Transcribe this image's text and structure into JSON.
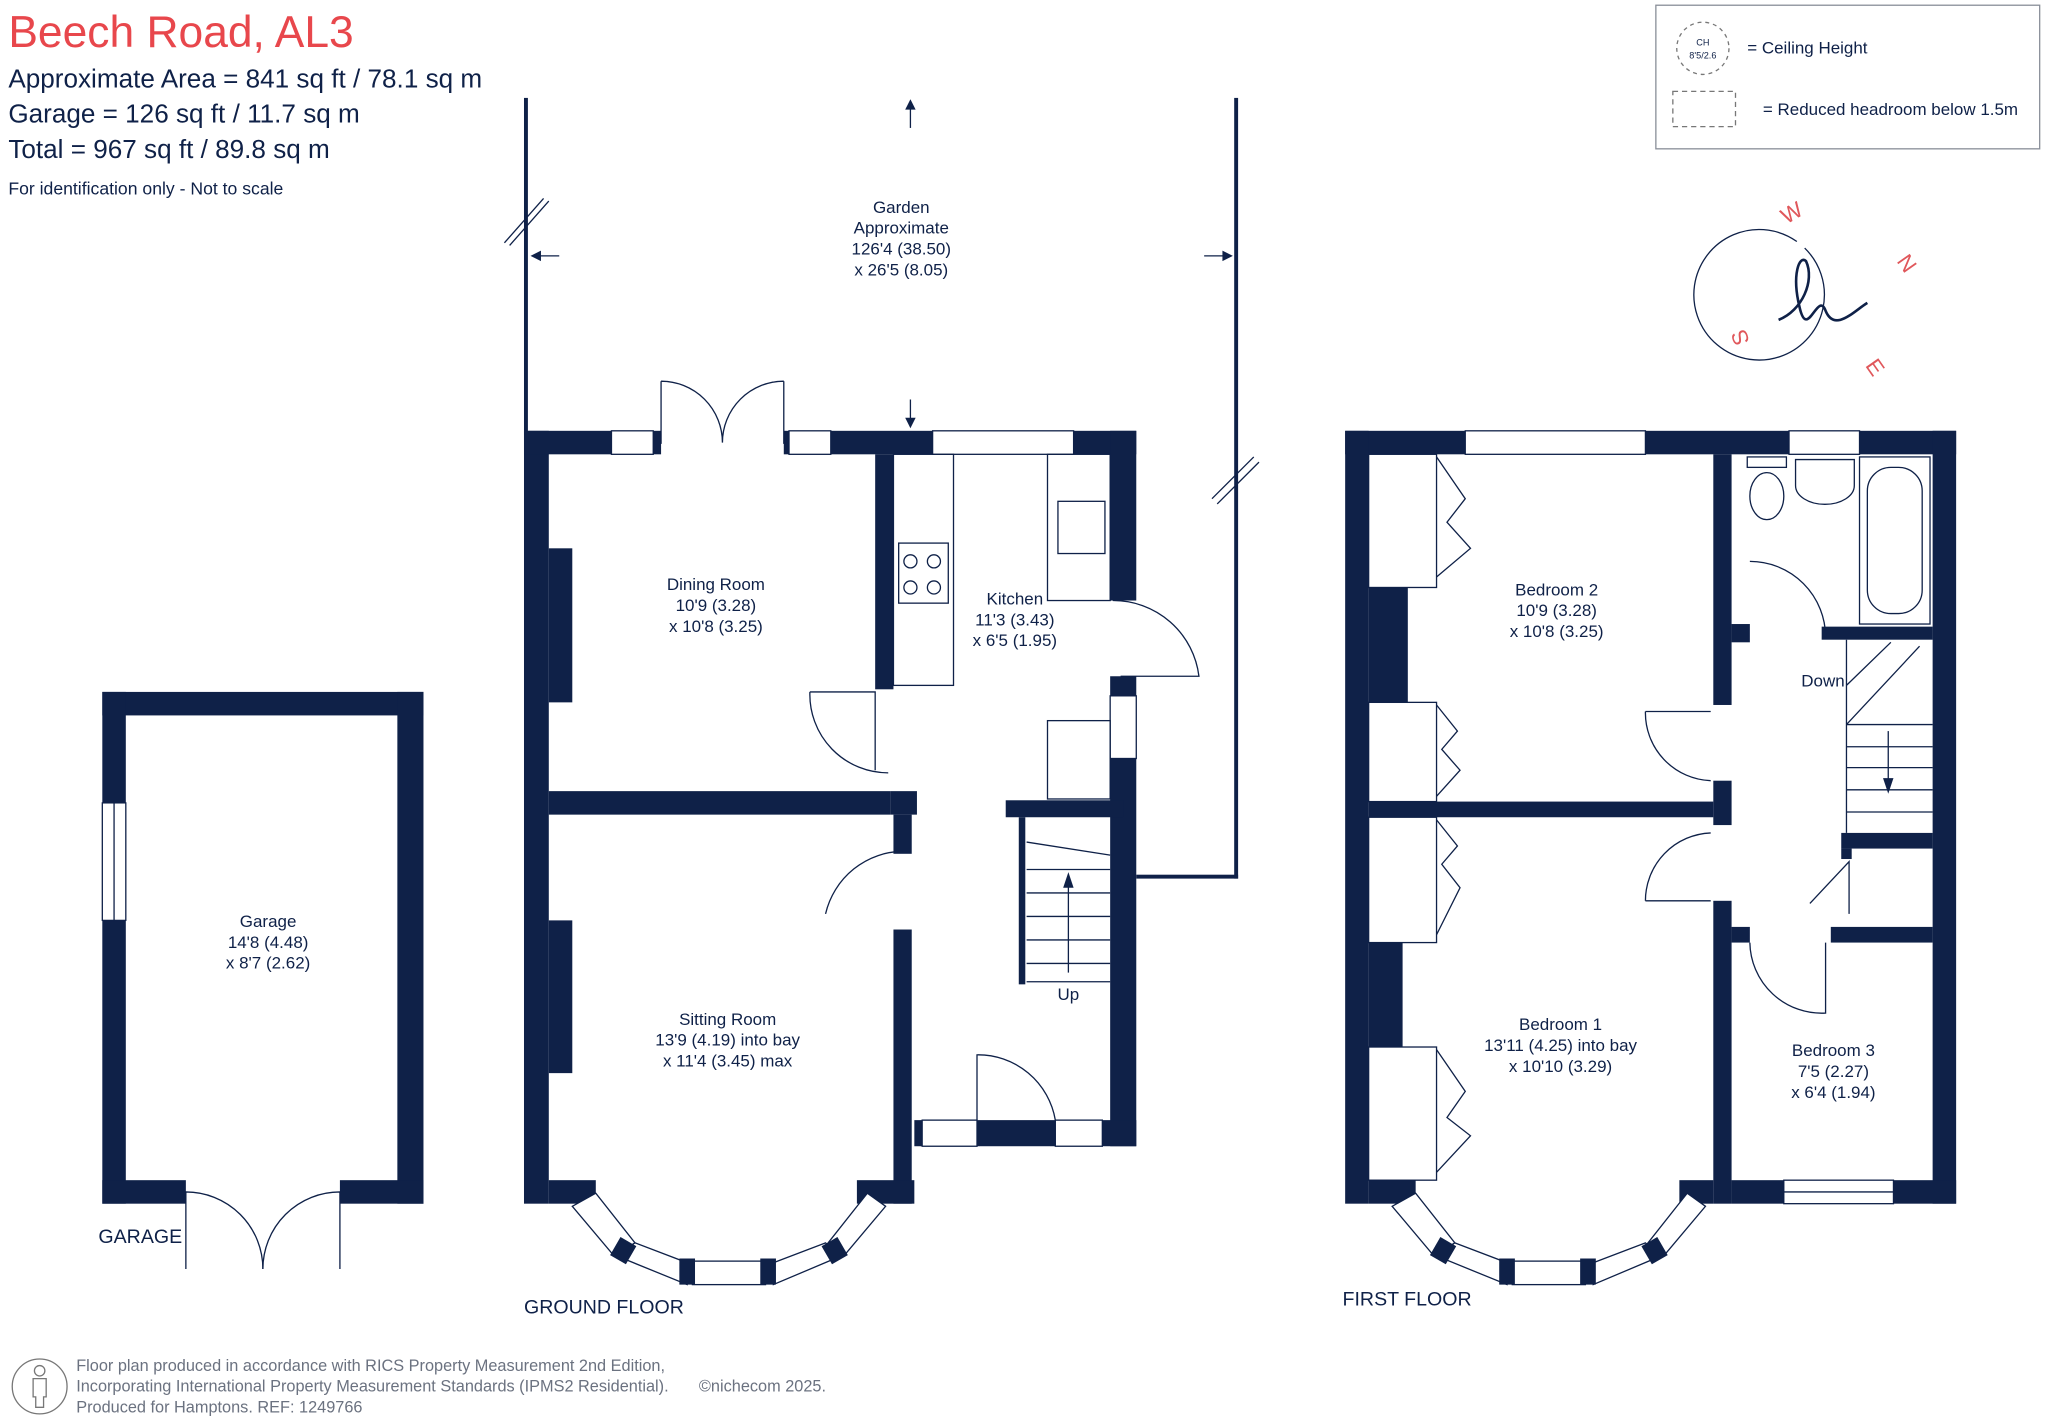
{
  "header": {
    "title": "Beech Road, AL3",
    "area": "Approximate Area = 841 sq ft / 78.1 sq m",
    "garage_area": "Garage = 126 sq ft / 11.7 sq m",
    "total": "Total = 967 sq ft / 89.8 sq m",
    "disclaimer": "For identification only - Not to scale"
  },
  "colors": {
    "title": "#e8474c",
    "walls": "#0f2148",
    "compass_letters": "#e0575b"
  },
  "legend": {
    "ch_symbol_top": "CH",
    "ch_symbol_value": "8'5/2.6",
    "ceiling_height": "= Ceiling Height",
    "reduced_headroom": "= Reduced headroom below 1.5m"
  },
  "compass": {
    "n": "N",
    "e": "E",
    "s": "S",
    "w": "W"
  },
  "garden": {
    "line1": "Garden",
    "line2": "Approximate",
    "line3": "126'4 (38.50)",
    "line4": "x 26'5 (8.05)"
  },
  "rooms": {
    "dining": {
      "name": "Dining Room",
      "dim1": "10'9 (3.28)",
      "dim2": "x 10'8 (3.25)"
    },
    "kitchen": {
      "name": "Kitchen",
      "dim1": "11'3 (3.43)",
      "dim2": "x 6'5 (1.95)"
    },
    "sitting": {
      "name": "Sitting Room",
      "dim1": "13'9 (4.19) into bay",
      "dim2": "x 11'4 (3.45) max"
    },
    "garage": {
      "name": "Garage",
      "dim1": "14'8 (4.48)",
      "dim2": "x 8'7 (2.62)"
    },
    "bedroom2": {
      "name": "Bedroom 2",
      "dim1": "10'9 (3.28)",
      "dim2": "x 10'8 (3.25)"
    },
    "bedroom1": {
      "name": "Bedroom 1",
      "dim1": "13'11 (4.25) into bay",
      "dim2": "x 10'10 (3.29)"
    },
    "bedroom3": {
      "name": "Bedroom 3",
      "dim1": "7'5 (2.27)",
      "dim2": "x 6'4 (1.94)"
    }
  },
  "stairs": {
    "up": "Up",
    "down": "Down"
  },
  "floors": {
    "garage": "GARAGE",
    "ground": "GROUND FLOOR",
    "first": "FIRST FLOOR"
  },
  "footer": {
    "line1": "Floor plan produced in accordance with RICS Property Measurement 2nd Edition,",
    "line2": "Incorporating International Property Measurement Standards (IPMS2 Residential).",
    "copyright": "©nichecom 2025.",
    "line3": "Produced for Hamptons.   REF: 1249766"
  }
}
